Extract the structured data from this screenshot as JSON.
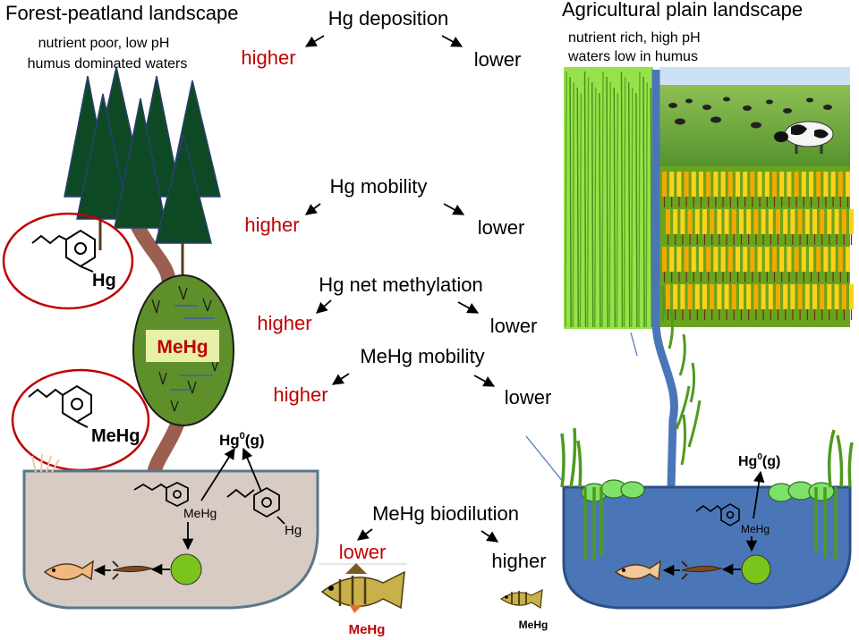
{
  "left": {
    "title": "Forest-peatland landscape",
    "subtitle_line1": "nutrient poor, low pH",
    "subtitle_line2": "humus dominated waters"
  },
  "right": {
    "title": "Agricultural plain landscape",
    "subtitle_line1": "nutrient rich, high pH",
    "subtitle_line2": "waters low in humus"
  },
  "processes": [
    {
      "name": "Hg deposition",
      "left": "higher",
      "right": "lower"
    },
    {
      "name": "Hg mobility",
      "left": "higher",
      "right": "lower"
    },
    {
      "name": "Hg net methylation",
      "left": "higher",
      "right": "lower"
    },
    {
      "name": "MeHg mobility",
      "left": "higher",
      "right": "lower"
    },
    {
      "name": "MeHg biodilution",
      "left": "lower",
      "right": "higher"
    }
  ],
  "labels": {
    "hg": "Hg",
    "mehg": "MeHg",
    "hg0_prefix": "Hg",
    "hg0_sup": "0",
    "hg0_suffix": "(g)"
  },
  "colors": {
    "red": "#c00000",
    "forest_lake": "#d8cbc4",
    "agri_lake": "#4a76b8",
    "tree": "#0d4a24",
    "river": "#9b5e4f",
    "green_disc": "#7bc41c"
  }
}
